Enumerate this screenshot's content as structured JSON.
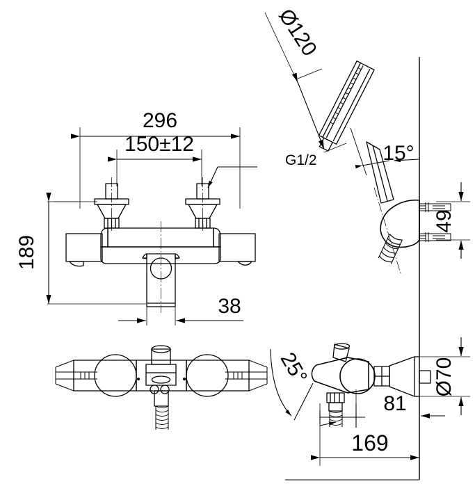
{
  "drawing": {
    "type": "technical-dimensioned-drawing",
    "subject": "wall-mounted thermostatic bath shower mixer with handshower",
    "units": "mm",
    "background_color": "#ffffff",
    "line_color": "#000000",
    "thin_line_color": "#555555"
  },
  "views": {
    "front_elevation": {
      "name": "front-elevation-view"
    },
    "bottom_view": {
      "name": "bottom-view"
    },
    "side_with_handshower": {
      "name": "side-elevation-handshower-view"
    },
    "side_mixer_at_wall": {
      "name": "side-elevation-mixer-view"
    }
  },
  "dimensions": {
    "overall_width": "296",
    "inlet_centers": "150±12",
    "height_to_spout": "189",
    "spout_projection": "38",
    "shower_head_diameter": "Ø120",
    "shower_holder_angle": "15°",
    "holder_bracket_height": "49",
    "flange_diameter": "Ø70",
    "wall_to_spout_offset": "81",
    "mixer_projection": "169",
    "spout_angle": "25°"
  },
  "annotations": {
    "inlet_thread": "G1/2"
  }
}
